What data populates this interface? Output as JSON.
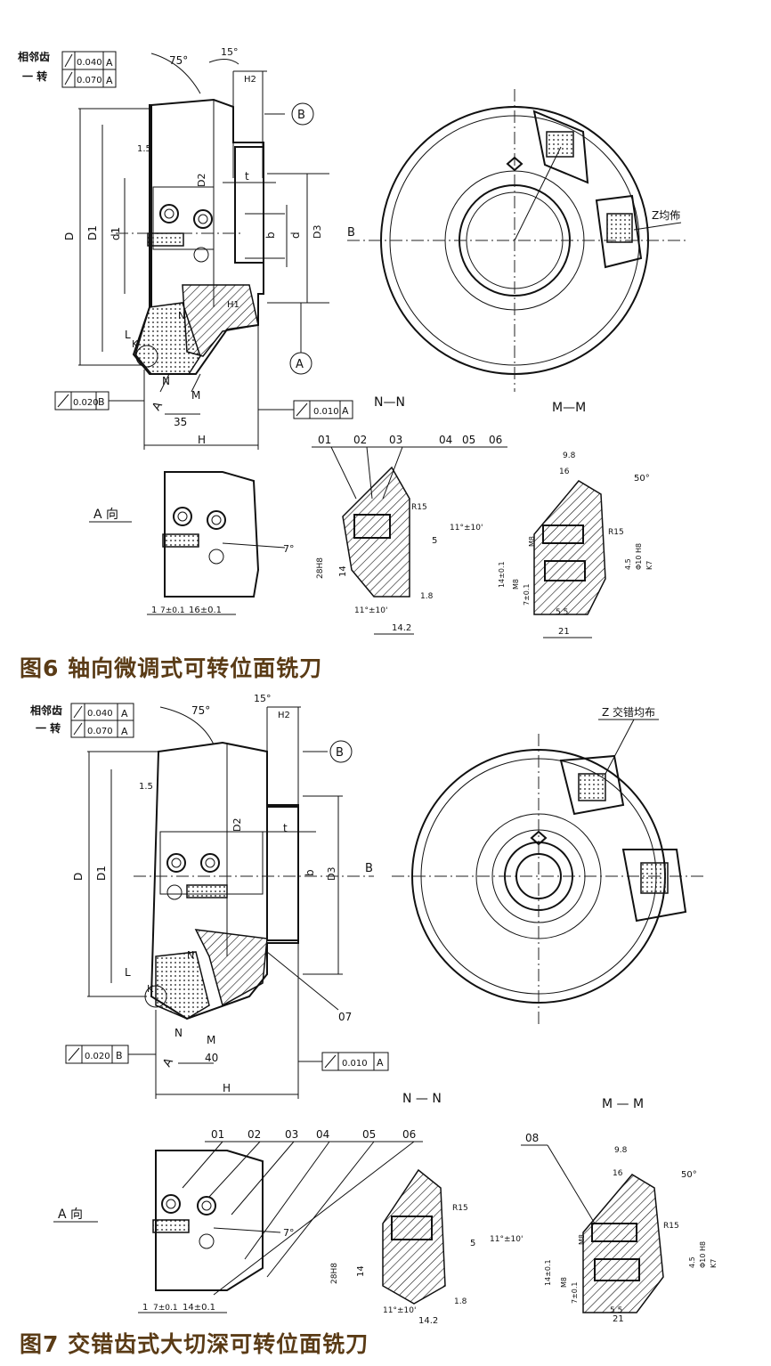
{
  "figure6": {
    "caption": "图6 轴向微调式可转位面铣刀",
    "tolerance_labels": {
      "adjacent_teeth": "相邻齿",
      "one_rev": "一 转",
      "val1": "0.040",
      "val2": "0.070",
      "datum_a": "A",
      "frame_b_val": "0.020",
      "frame_b_datum": "B",
      "frame_a_val": "0.010",
      "frame_a_datum": "A"
    },
    "dims": {
      "angle75": "75°",
      "angle15": "15°",
      "h2": "H2",
      "b_circle": "B",
      "a_circle": "A",
      "d": "D",
      "d1": "D1",
      "d1small": "d1",
      "d2": "D2",
      "d3": "D3",
      "dd": "d",
      "t": "t",
      "b": "b",
      "l": "L",
      "k": "K",
      "n": "N",
      "m": "M",
      "h1": "H1",
      "a_arrow": "A",
      "h": "H",
      "d35": "35",
      "side15": "1.5",
      "b_axis": "B",
      "z_dist": "Z均佈"
    },
    "sections": {
      "a_view": "A 向",
      "nn": "N—N",
      "mm": "M—M",
      "a_7deg": "7°",
      "a_left": "7±0.1",
      "a_right": "16±0.1",
      "one": "1",
      "callouts": [
        "01",
        "02",
        "03",
        "04",
        "05",
        "06"
      ],
      "r15": "R15",
      "ang11": "11°±10'",
      "h28": "28H8",
      "v14": "14",
      "v5": "5",
      "v18": "1.8",
      "v142": "14.2",
      "m8": "M8",
      "v98": "9.8",
      "v16": "16",
      "v50": "50°",
      "v14_01": "14±0.1",
      "v7_01": "7±0.1",
      "v55": "5 5",
      "v21": "21",
      "h8": "Φ10 H8",
      "k7": "K7",
      "v45": "4.5",
      "r15b": "R15"
    }
  },
  "figure7": {
    "caption": "图7 交错齿式大切深可转位面铣刀",
    "tolerance_labels": {
      "adjacent_teeth": "相邻齿",
      "one_rev": "一 转",
      "val1": "0.040",
      "val2": "0.070",
      "datum_a": "A",
      "frame_b_val": "0.020",
      "frame_b_datum": "B",
      "frame_a_val": "0.010",
      "frame_a_datum": "A"
    },
    "dims": {
      "angle75": "75°",
      "angle15": "15°",
      "h2": "H2",
      "b_circle": "B",
      "d": "D",
      "d1": "D1",
      "d2": "D2",
      "d3": "D3",
      "t": "t",
      "b": "b",
      "l": "L",
      "k": "K",
      "n": "N",
      "m": "M",
      "a_arrow": "A",
      "h": "H",
      "d40": "40",
      "side15": "1.5",
      "b_axis": "B",
      "z_dist": "Z 交错均布",
      "c07": "07"
    },
    "sections": {
      "a_view": "A 向",
      "nn": "N — N",
      "mm": "M — M",
      "a_7deg": "7°",
      "a_left": "7±0.1",
      "a_right": "14±0.1",
      "one": "1",
      "callouts": [
        "01",
        "02",
        "03",
        "04",
        "05",
        "06"
      ],
      "c08": "08",
      "r15": "R15",
      "ang11": "11°±10'",
      "h28": "28H8",
      "v14": "14",
      "v5": "5",
      "v18": "1.8",
      "v142": "14.2",
      "m8": "M8",
      "v98": "9.8",
      "v16": "16",
      "v50": "50°",
      "v14_01": "14±0.1",
      "v7_01": "7±0.1",
      "v55": "5 5",
      "v21": "21",
      "h8": "Φ10 H8",
      "k7": "K7",
      "v45": "4.5",
      "r15b": "R15"
    }
  }
}
